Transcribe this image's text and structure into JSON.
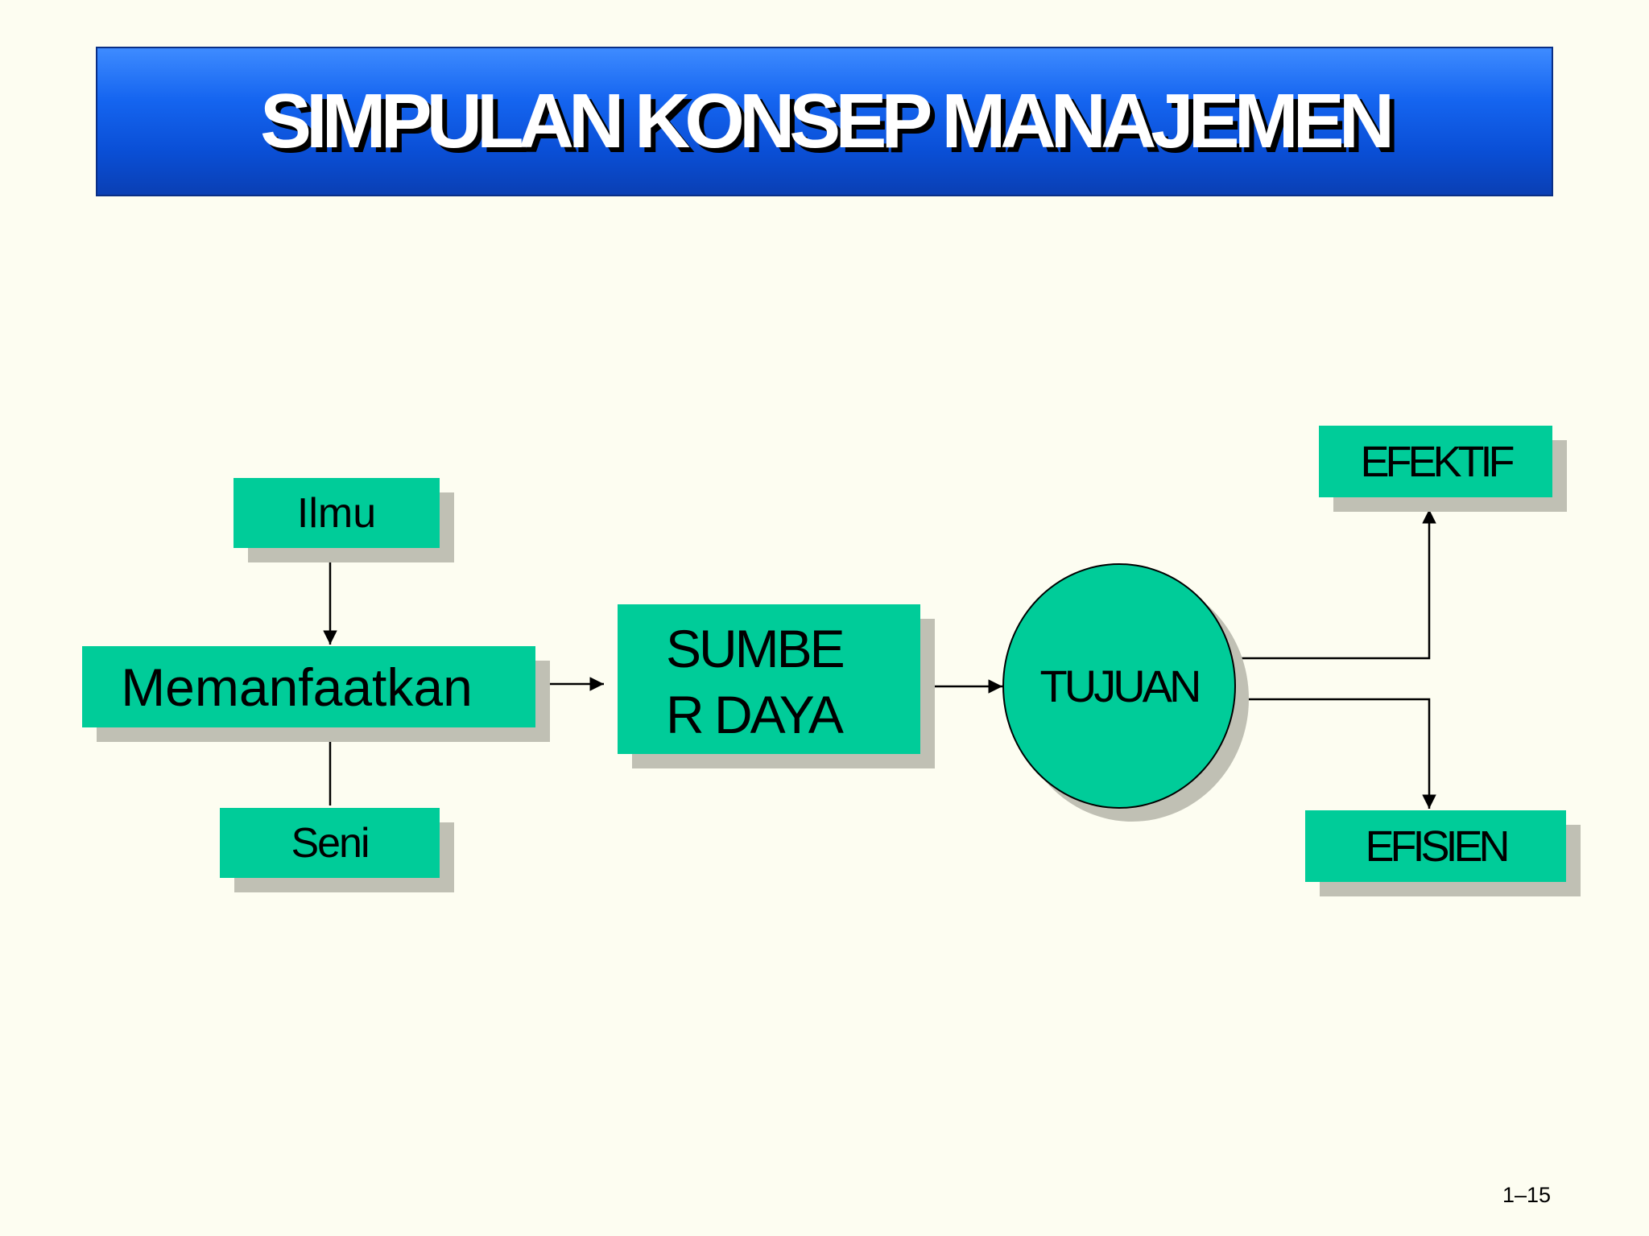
{
  "slide": {
    "title": "SIMPULAN KONSEP MANAJEMEN",
    "page_number": "1–15"
  },
  "diagram": {
    "nodes": {
      "ilmu": "Ilmu",
      "seni": "Seni",
      "memanfaatkan": "Memanfaatkan",
      "sumber_daya": "SUMBER DAYA",
      "tujuan": "TUJUAN",
      "efektif": "EFEKTIF",
      "efisien": "EFISIEN"
    },
    "edges": [
      {
        "from": "Ilmu",
        "to": "Memanfaatkan"
      },
      {
        "from": "Seni",
        "to": "Memanfaatkan"
      },
      {
        "from": "Memanfaatkan",
        "to": "SUMBER DAYA"
      },
      {
        "from": "SUMBER DAYA",
        "to": "TUJUAN"
      },
      {
        "from": "TUJUAN",
        "to": "EFEKTIF"
      },
      {
        "from": "TUJUAN",
        "to": "EFISIEN"
      }
    ],
    "colors": {
      "node_fill": "#00cc99",
      "node_shadow": "#c0c0b4",
      "title_bar": "#0a4fd6",
      "background": "#fdfdf1"
    }
  }
}
